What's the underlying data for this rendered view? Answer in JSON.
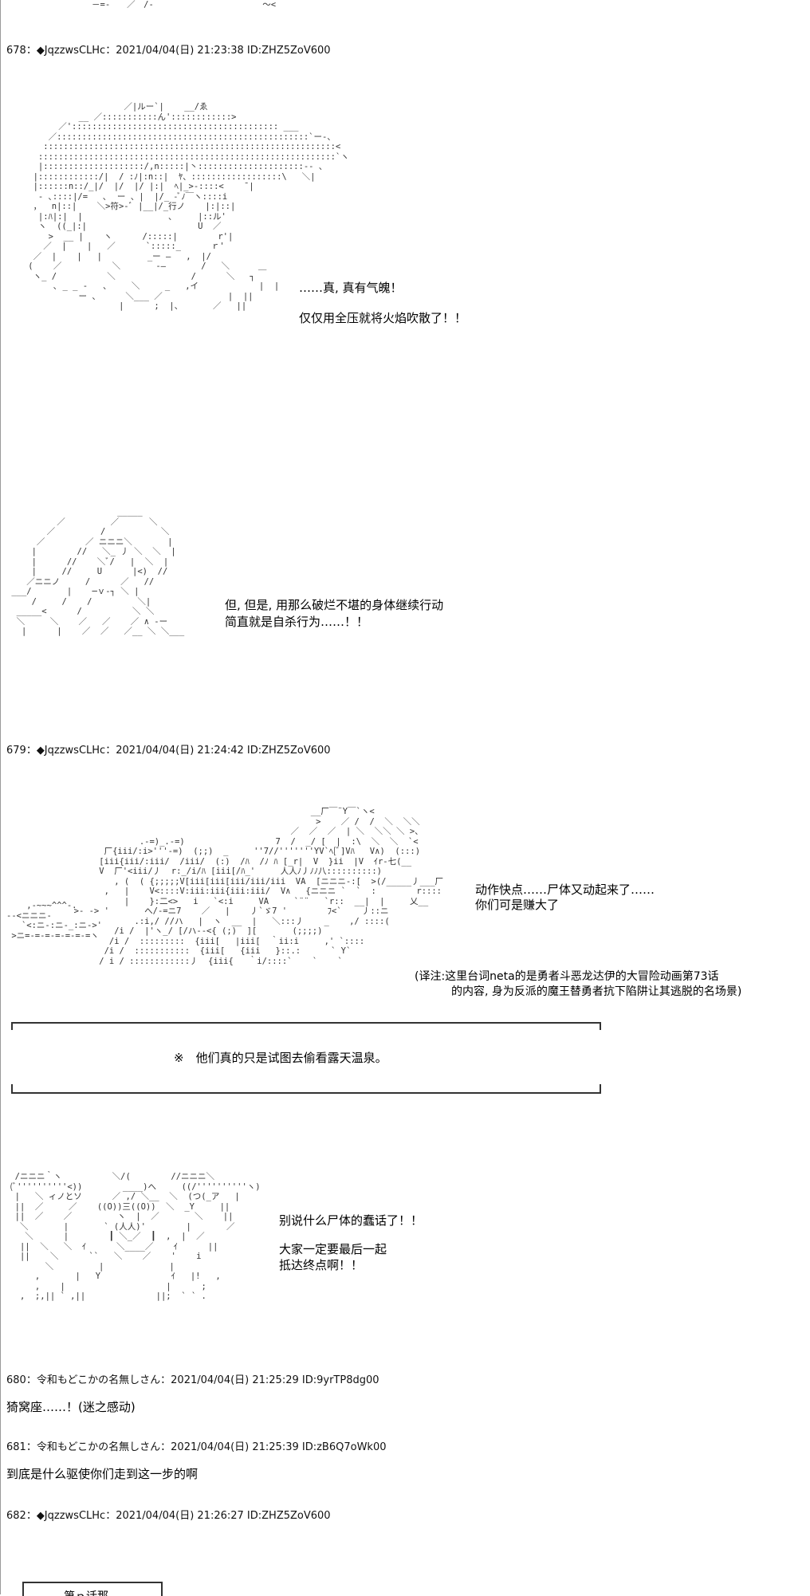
{
  "posts": [
    {
      "header": "678：◆JqzzwsCLHc：2021/04/04(日) 21:23:38 ID:ZHZ5ZoV600"
    },
    {
      "header": "679：◆JqzzwsCLHc：2021/04/04(日) 21:24:42 ID:ZHZ5ZoV600"
    },
    {
      "header": "680：令和もどこかの名無しさん：2021/04/04(日) 21:25:29 ID:9yrTP8dg00",
      "body": "猗窝座……！(迷之感动)"
    },
    {
      "header": "681：令和もどこかの名無しさん：2021/04/04(日) 21:25:39 ID:zB6Q7oWk00",
      "body": "到底是什么驱使你们走到这一步的啊"
    },
    {
      "header": "682：◆JqzzwsCLHc：2021/04/04(日) 21:26:27 ID:ZHZ5ZoV600"
    }
  ],
  "dialogue": {
    "scene1_line1": "……真, 真有气魄！",
    "scene1_line2": "仅仅用全压就将火焰吹散了！！",
    "scene2_line1": "但, 但是, 用那么破烂不堪的身体继续行动",
    "scene2_line2": "简直就是自杀行为……！！",
    "scene3_line1": "动作快点……尸体又动起来了……",
    "scene3_line2": "你们可是赚大了",
    "note_line1": "(译注:这里台词neta的是勇者斗恶龙达伊的大冒险动画第73话",
    "note_line2": "的内容, 身为反派的魔王替勇者抗下陷阱让其逃脱的名场景)",
    "boxed_note": "※　他们真的只是试图去偷看露天温泉。",
    "scene4_line1": "别说什么尸体的蠢话了！！",
    "scene4_line2": "大家一定要最后一起",
    "scene4_line3": "抵达终点啊！！"
  },
  "ascii_art": {
    "top": "　　　　　　　　　　－=-　　／　/‐　　　　　　　　　　　　　～<",
    "face1": "                       ／|ルー`|    __/ゑ\n              __ ／:::::::::::ん'::::::::::::>\n          ／'::::::::::::::::::::::::::::::::::::::::: ___\n        ／::::::::::::::::::::::::::::::::::::::::::::::::::`ー-、\n       ::::::::::::::::::::::::::::::::::::::::::::::::::::::::::<\n      :::::::::::::::::::::::::::::::::::::::::::::::::::::::::::`ヽ\n      |::::::::::::::::::::/,n:::::|丶:::::::::::::::::::::‐- 、\n     |::::::::::::/|  / :ﾉ|:n::|  ﾔ、::::::::::::::::::\\   ＼|\n     |::::::n::/_|/  |/  |/ |:|  ﾍ|_>-::::<    ¯|\n      - ､::::|/=   ､  ー 、|  |/_ -ﾞﾉ￣ヽ::::i\n     ，  n|::|    ＼>符>-ﾞ |__|/_行ノ    |:|::|\n      |:ﾊ|:|  |                 ､     |::ル'\n      ヽ  ((_|:|                      U  ／\n        >  __ |    ヽ      /:::::|        r'|\n       ／  |    |   ／      `:::::_      ｒ'\n     ／  |    |   |         _ー ―   ,  |/\n    (    ／          ＼       ‐―       /   ＼ 　   ＿\n     ヽ_ /          ＼               /      ＼   ┐\n         ､ _ _ -   、    ＼     _   ,イ            |  |\n              ー 、     ＼___ ／             |  ||\n                      |      ;  |、      ／   ||",
    "face2": "                      _____\n          ／         ／      ＼\n        ／         /           ＼\n      ／        ／ ニニニ＼       |\n     |        //   ＼_ 丿 ＼  ＼  |\n     |      //    ＼ﾞ/   |  ＼  |\n     |     //     U      |<)  //\n    ／ニニノ     /      ／   //\n ___/       |    ─ｖ‐┐ ＼ |\n     /     /    /         ＼|\n  _____<      /          ＼ ＼\n  ＼     ＼    ／   ／    ／ ∧ ‐ー\n   |      |    ／  ／   ／__ ＼ ＼___",
    "battle": "                                                 __厂￣¨Y￣`ヽ<\n                                                  >    ／ /  /  ＼  ＼＼\n                                             ／  ／  ／  | ＼  ＼＼ ＼ >、\n               .-=)_.-=)                  7  /  _/ [  |  :\\  ＼  ＼  `<\n        厂{iii/:i>'''-=)  (;;)  _     ''7//'''''''YV`ﾍ[ﾞ]Vﾊ   V∧)  (:::)\n       [iii{iii/:iii/  /iii/  (:)  /ﾊ  /ﾉ ﾊ [_r|  V  }ii  |V  ｲr-七(__\n       V  厂'<iii/丿  r:_/i/ﾊ [iii[/ﾊ_'     人人ﾉ丿ﾉﾉ八::::::::::)\n          , (  ( {;;;;;V[iii[iii[iii/iii/iii  VA  [ニニニ-:[  >(/_____丿___厂\n        ,   |    V<::::V:iii:iii{iii:iii/  V∧   {ニニニ `  `  :        r::::\n            |    }:二<>   i   `<:i     VA     `¨¨   `r::  __|  |     乂__\n  >- -> '       へ/-=ニ7    ／   |    丿`ゞ7 '        ﾌ<`    丿::ニ\n              .:i,/ //ハ   |  ヽ  __  |   ＼:::丿    _    ,/ ::::(\n          /i /  |'ヽ_/ [/ハ‐-<{ (;)  ][       (;;;;)\n         /i /  :::::::::  {iii[   |iii[  ｀ii:i     ,' `::::\n        /i /  :::::::::::  {iii[   {iii   }::.:      ` Y`\n       / i / ::::::::::::丿  {iii{   ｀i/::::`    `    `",
    "battle_left": "    ,-~~~^^^-.\n--<ニニニ-\n   `<:ニ-:ニ-_:ニ->'\n >ニ=-=-=-=-=-=-=ヽ",
    "face3": "  /ニニニ｀ヽ          ＼/(        //ニニニ＼\n (ﾞ''''''''''<))        ____)へ     ((/''''''''''ヽ)\n  |   ＼ ィノとソ      ／ ,/ ＼__  ＼  (つ(_ア   |\n  ||  ／     ／    ((O))三((O))  ＼  _Y     ||\n  ||  ／    ／         ヽ  |  ／       ＼    ||\n   ＼       |       ` (人人)'        |       ／\n    ＼      |        ┃ ＼_／  ┃  ,  |  ／\n   ||  ＼   ＼  ｲ      ＼____／    ｲ      ||\n   ||    ＼      ``   ＼    ／    '    i\n        ＼         |             |\n      ,       |   Y              ｲ   |!   ,\n      ,    |                    |      ;\n   ,  ;,|| ` ,||              ||;  ` ` .",
    "bottom_box_text": "第ｐ话那"
  }
}
